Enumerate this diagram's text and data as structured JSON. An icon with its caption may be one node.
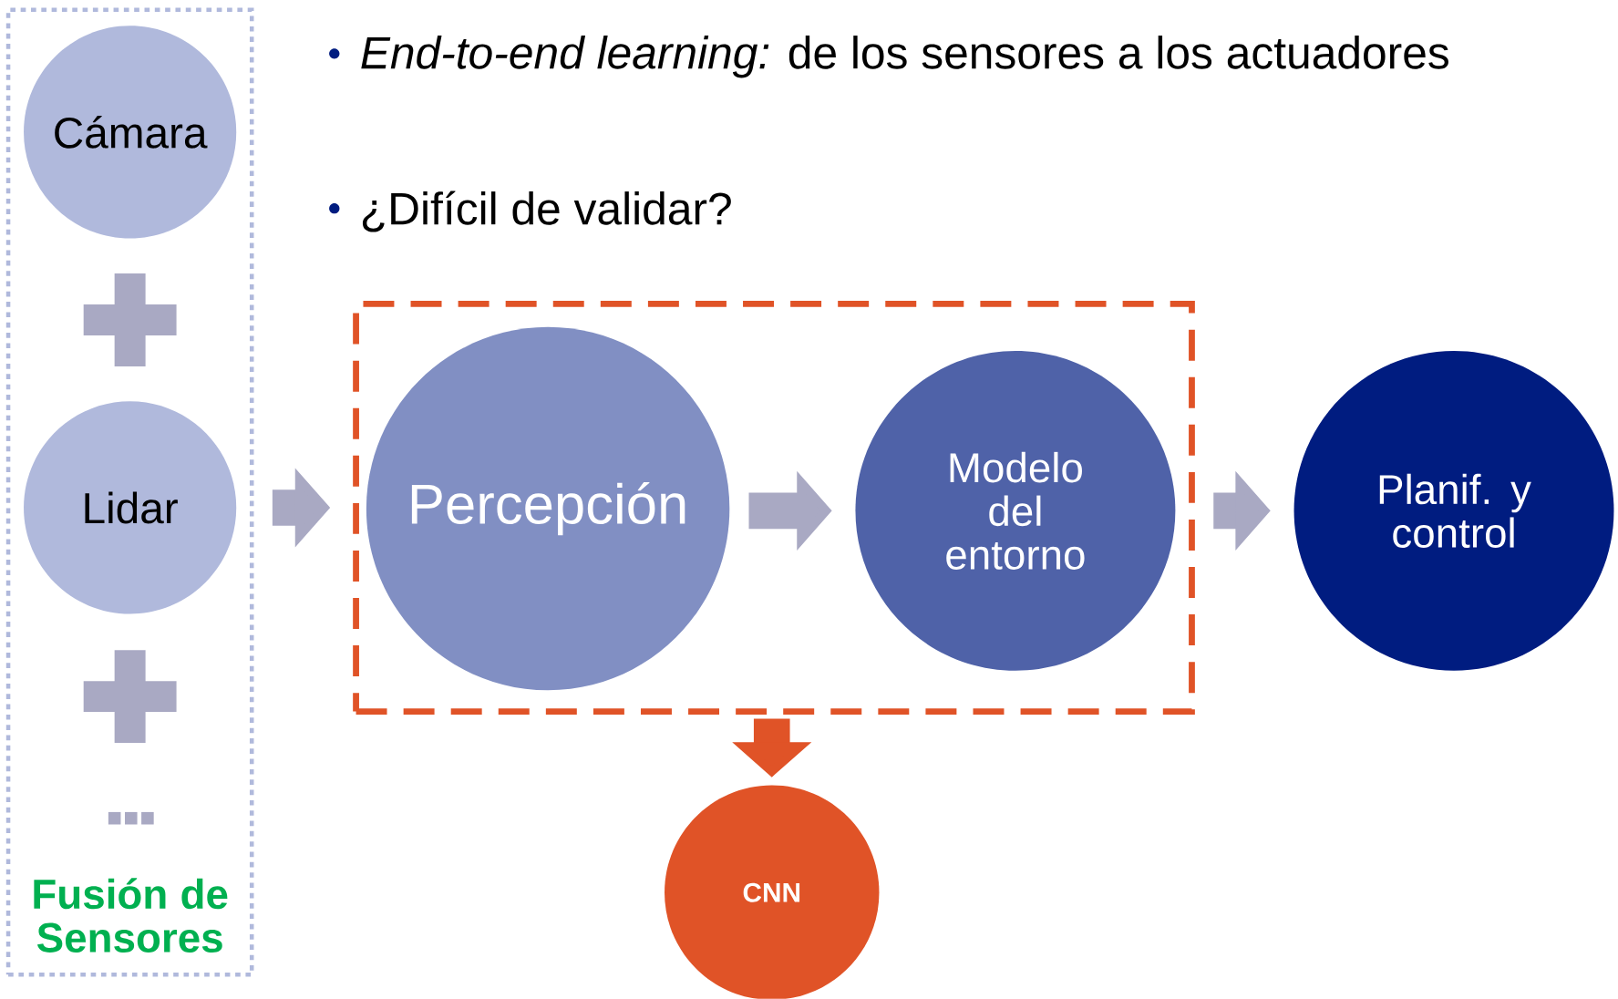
{
  "diagram": {
    "nodes": [
      {
        "text": [
          "Fusión de Sensores"
        ]
      },
      {
        "text": [
          "Cámara"
        ],
        "in": 0
      },
      {
        "text": [
          "Lidar"
        ],
        "in": 0
      },
      {
        "text": [],
        "shape": "box"
      },
      {
        "text": [
          "Percepción"
        ],
        "in": 3
      },
      {
        "text": [
          "Modelo del entorno"
        ],
        "in": 3
      },
      {
        "text": [
          "Planif. y control"
        ]
      },
      {
        "text": [
          "CNN"
        ]
      }
    ],
    "edges": [
      {
        "from": 0,
        "to": 3,
        "arrow": "to"
      },
      {
        "from": 4,
        "to": 5,
        "arrow": "to"
      },
      {
        "from": 3,
        "to": 6,
        "arrow": "to"
      },
      {
        "from": 3,
        "to": 7,
        "arrow": "to",
        "color": "#e05327"
      }
    ],
    "labels": [
      "*End-to-end learning:* de los sensores a los actuadores",
      "¿Difícil de validar?"
    ]
  }
}
